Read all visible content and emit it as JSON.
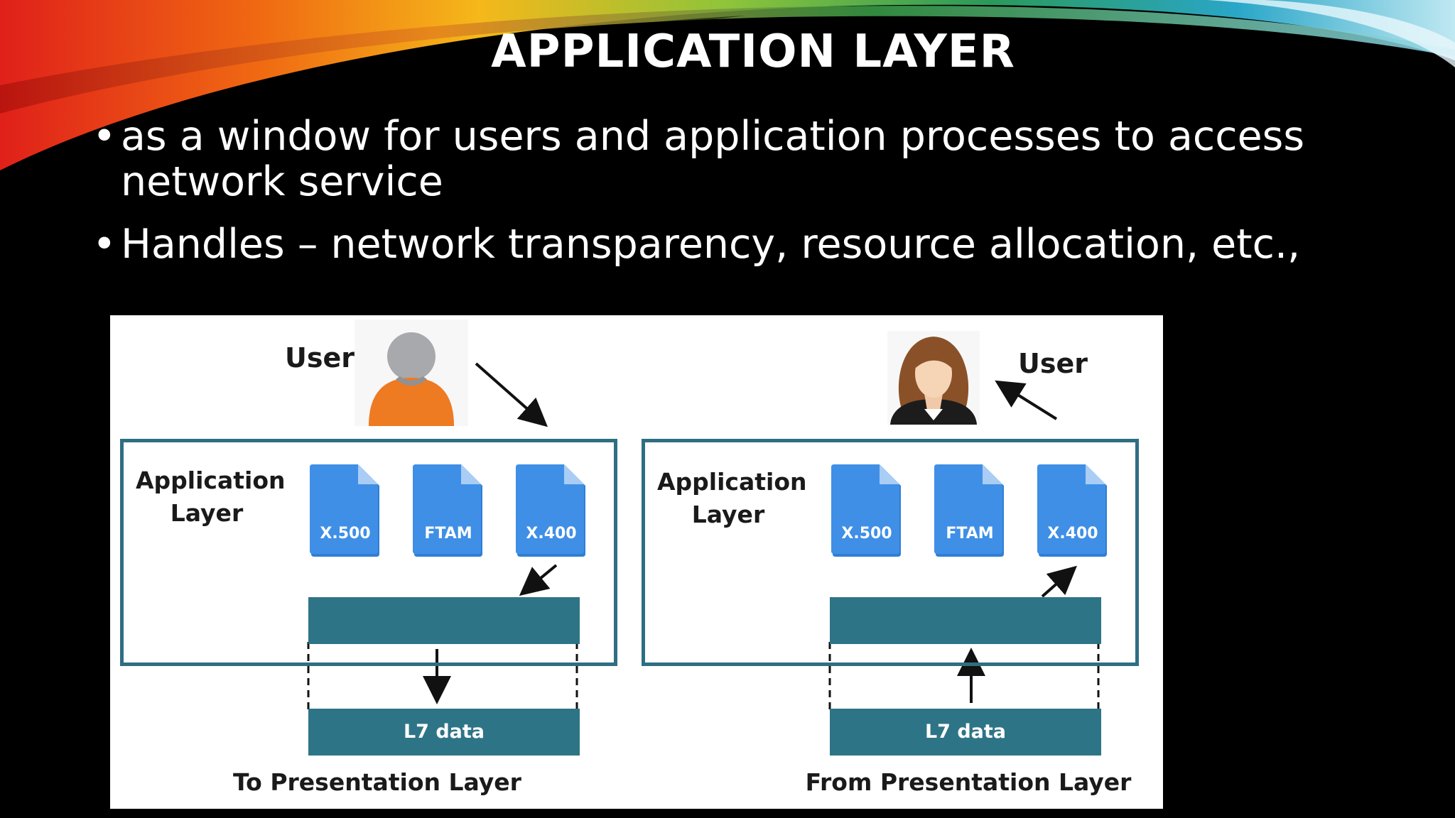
{
  "slide": {
    "title": "APPLICATION LAYER",
    "bullets": [
      "as a window for users and application processes to access network service",
      "Handles – network transparency, resource allocation, etc.,"
    ]
  },
  "diagram": {
    "left": {
      "user_label": "User",
      "panel_label_line1": "Application",
      "panel_label_line2": "Layer",
      "docs": [
        "X.500",
        "FTAM",
        "X.400"
      ],
      "data_bar": "L7 data",
      "caption": "To Presentation Layer"
    },
    "right": {
      "user_label": "User",
      "panel_label_line1": "Application",
      "panel_label_line2": "Layer",
      "docs": [
        "X.500",
        "FTAM",
        "X.400"
      ],
      "data_bar": "L7 data",
      "caption": "From Presentation Layer"
    },
    "colors": {
      "panel_border": "#2f6e82",
      "bar": "#2e7487",
      "doc": "#3f8fe6"
    }
  }
}
